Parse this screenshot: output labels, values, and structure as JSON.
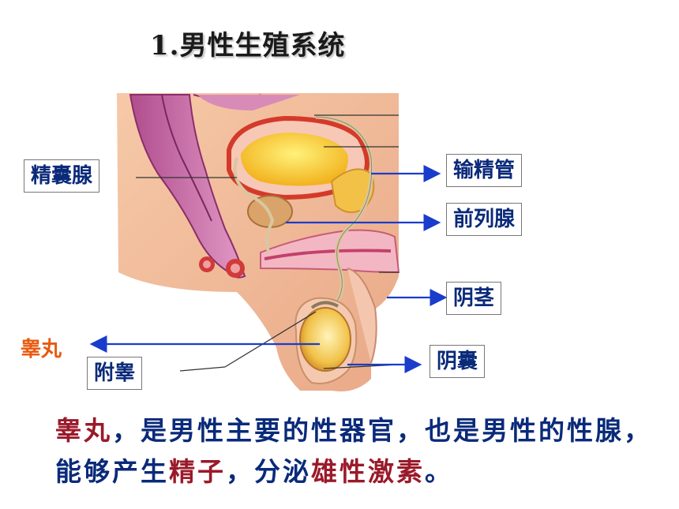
{
  "title": "1.男性生殖系统",
  "labels": {
    "seminal_vesicle": "精囊腺",
    "vas_deferens": "输精管",
    "prostate": "前列腺",
    "penis": "阴茎",
    "testis": "睾丸",
    "epididymis": "附睾",
    "scrotum": "阴囊"
  },
  "caption": {
    "p1": "睾丸",
    "p2": "，是男性主要的性器官，也是男性的性腺，能够产生",
    "p3": "精子",
    "p4": "，分泌",
    "p5": "雄性激素",
    "p6": "。"
  },
  "colors": {
    "label_text": "#0a2a7a",
    "testis_label": "#e85a10",
    "caption_highlight": "#9a1a2a",
    "arrow": "#1a3ccc"
  }
}
